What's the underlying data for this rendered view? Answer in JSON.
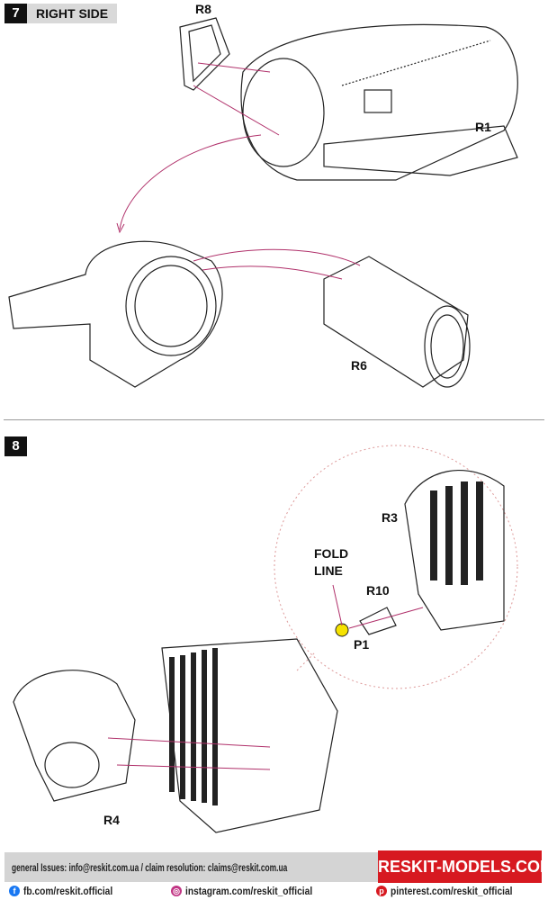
{
  "step7": {
    "number": "7",
    "title": "RIGHT SIDE",
    "labels": {
      "r8": "R8",
      "r1": "R1",
      "r6": "R6"
    }
  },
  "step8": {
    "number": "8",
    "labels": {
      "r3": "R3",
      "fold_line": "FOLD LINE",
      "r10": "R10",
      "p1": "P1",
      "r4": "R4"
    }
  },
  "footer": {
    "contact": "general Issues: info@reskit.com.ua / claim resolution: claims@reskit.com.ua",
    "brand": "RESKIT-MODELS.COM",
    "facebook": "fb.com/reskit.official",
    "instagram": "instagram.com/reskit_official",
    "pinterest": "pinterest.com/reskit_official"
  },
  "colors": {
    "brand_red": "#d71920",
    "guide_line": "#b0306a",
    "highlight": "#f5e200"
  }
}
